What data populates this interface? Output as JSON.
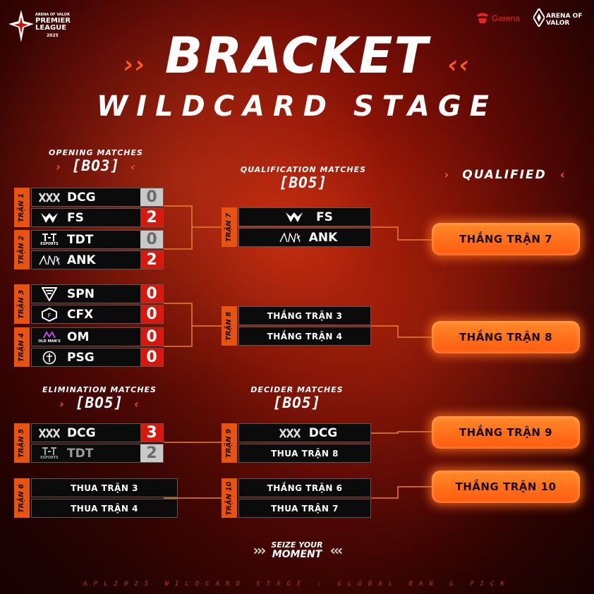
{
  "header": {
    "apl_logo_small": "ARENA OF VALOR",
    "apl_logo_title": "PREMIER LEAGUE",
    "apl_logo_year": "2025",
    "garena": "Garena",
    "aov_logo": "ARENA OF VALOR",
    "title": "BRACKET",
    "subtitle": "WILDCARD STAGE"
  },
  "sections": {
    "opening": {
      "title": "OPENING MATCHES",
      "format": "[BO3]"
    },
    "qualification": {
      "title": "QUALIFICATION MATCHES",
      "format": "[BO5]"
    },
    "qualified": {
      "title": "QUALIFIED"
    },
    "elimination": {
      "title": "ELIMINATION MATCHES",
      "format": "[BO5]"
    },
    "decider": {
      "title": "DECIDER MATCHES",
      "format": "[BO5]"
    }
  },
  "matches": {
    "m1": {
      "label": "TRẬN 1",
      "team1": "DCG",
      "score1": "0",
      "team2": "FS",
      "score2": "2"
    },
    "m2": {
      "label": "TRẬN 2",
      "team1": "TDT",
      "score1": "0",
      "team2": "ANK",
      "score2": "2"
    },
    "m3": {
      "label": "TRẬN 3",
      "team1": "SPN",
      "score1": "0",
      "team2": "CFX",
      "score2": "0"
    },
    "m4": {
      "label": "TRẬN 4",
      "team1": "OM",
      "score1": "0",
      "team2": "PSG",
      "score2": "0"
    },
    "m5": {
      "label": "TRẬN 5",
      "team1": "DCG",
      "score1": "3",
      "team2": "TDT",
      "score2": "2"
    },
    "m6": {
      "label": "TRẬN 6",
      "slot1": "THUA TRẬN 3",
      "slot2": "THUA TRẬN 4"
    },
    "m7": {
      "label": "TRẬN 7",
      "team1": "FS",
      "team2": "ANK"
    },
    "m8": {
      "label": "TRẬN 8",
      "slot1": "THẮNG TRẬN 3",
      "slot2": "THẮNG TRẬN 4"
    },
    "m9": {
      "label": "TRẬN 9",
      "team1": "DCG",
      "slot2": "THUA TRẬN 8"
    },
    "m10": {
      "label": "TRẬN 10",
      "slot1": "THẮNG TRẬN 6",
      "slot2": "THUA TRẬN 7"
    }
  },
  "qualified": [
    "THẮNG TRẬN 7",
    "THẮNG TRẬN 8",
    "THẮNG TRẬN 9",
    "THẮNG TRẬN 10"
  ],
  "team_logo_text": {
    "tdt_sub": "ESPORTS",
    "om_sub": "OLD MAN'S"
  },
  "footer": {
    "slogan_top": "SEIZE YOUR",
    "slogan_bottom": "MOMENT",
    "tagline": "APL2025 WILDCARD STAGE : GLOBAL BAN & PICK"
  },
  "colors": {
    "accent": "#ff5a1f",
    "win_score": "#d8180c",
    "lose_score": "#c9c9c9",
    "qualified": "#ff6a14"
  }
}
